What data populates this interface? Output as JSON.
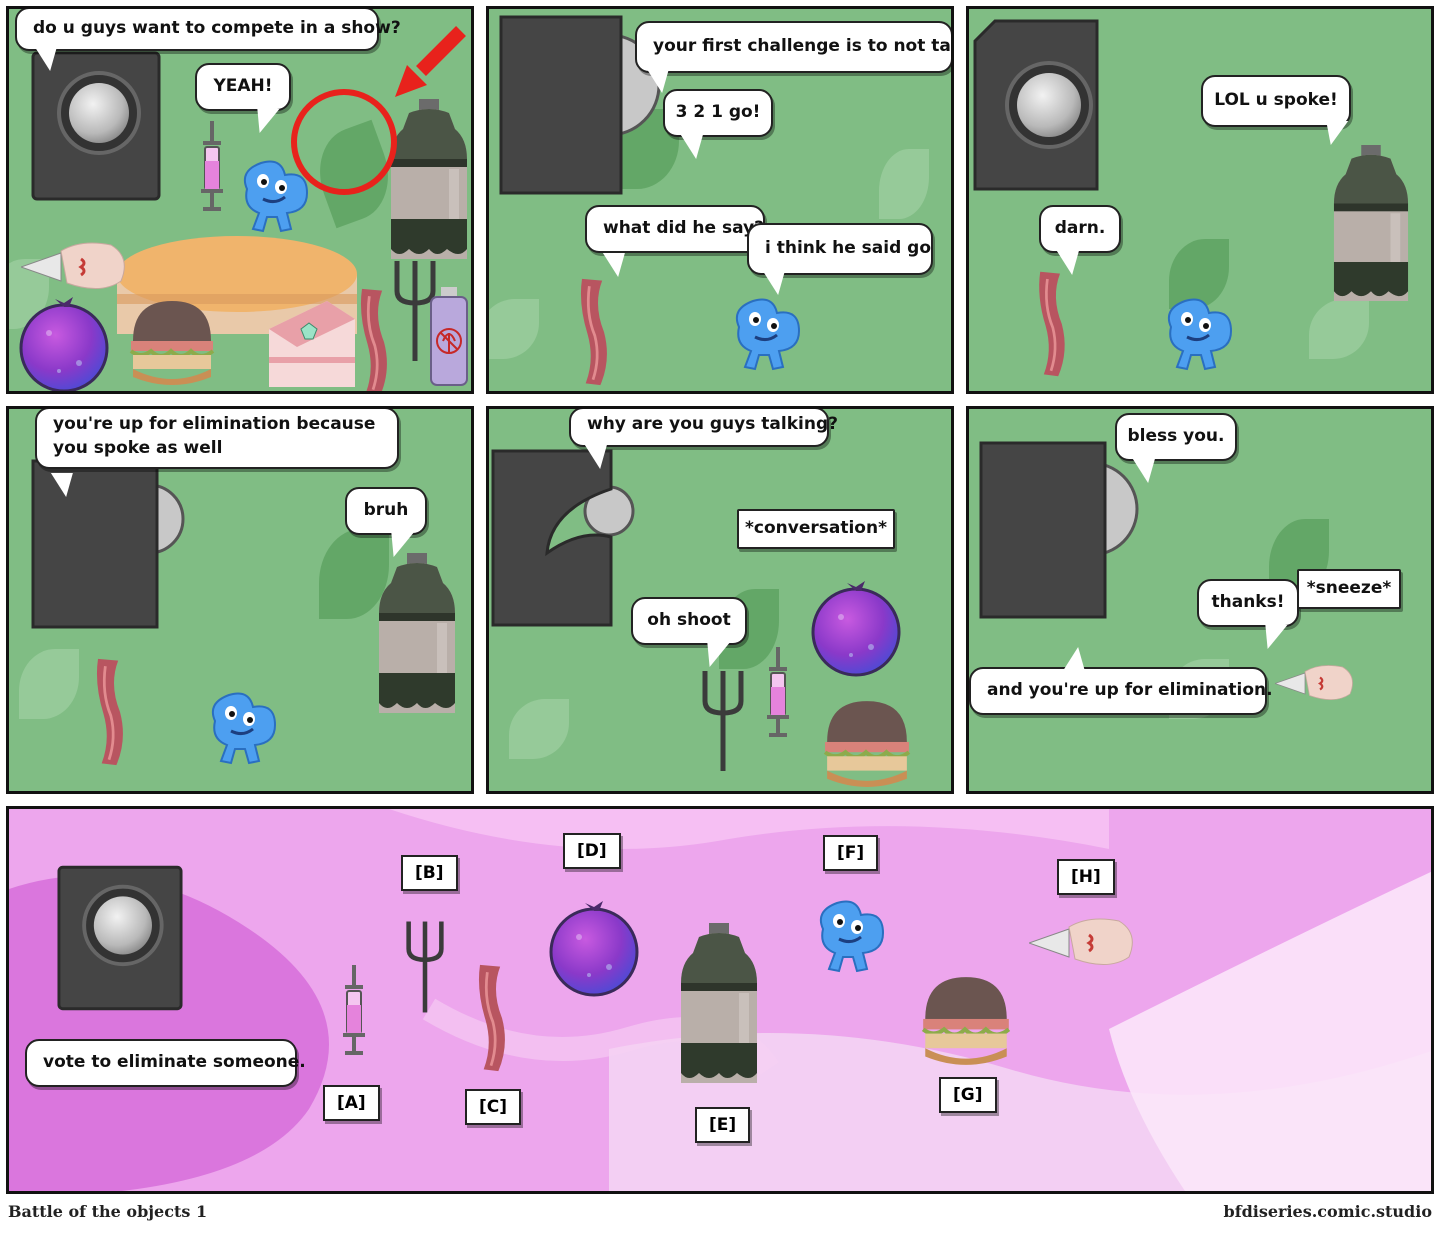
{
  "panels": {
    "p1": {
      "bubbles": [
        "do u guys want to compete in a show?",
        "YEAH!"
      ]
    },
    "p2": {
      "bubbles": [
        "your first challenge is to not talk.",
        "3 2 1 go!",
        "what did he say?",
        "i think he said go"
      ]
    },
    "p3": {
      "bubbles": [
        "LOL u spoke!",
        "darn."
      ]
    },
    "p4": {
      "bubbles": [
        "you're up for elimination because you spoke as well",
        "bruh"
      ]
    },
    "p5": {
      "bubbles": [
        "why are you guys talking?",
        "*conversation*",
        "oh shoot"
      ]
    },
    "p6": {
      "bubbles": [
        "bless you.",
        "thanks!",
        "*sneeze*",
        "and you're up for elimination."
      ]
    },
    "p7": {
      "bubbles": [
        "vote to eliminate someone."
      ],
      "labels": [
        "[A]",
        "[B]",
        "[C]",
        "[D]",
        "[E]",
        "[F]",
        "[G]",
        "[H]"
      ]
    }
  },
  "footer": {
    "title": "Battle of the objects 1",
    "site": "bfdiseries.comic.studio"
  },
  "colors": {
    "panel_green": "#80bd84",
    "panel_pink": "#eba7ec",
    "arrow_red": "#e8221c"
  }
}
